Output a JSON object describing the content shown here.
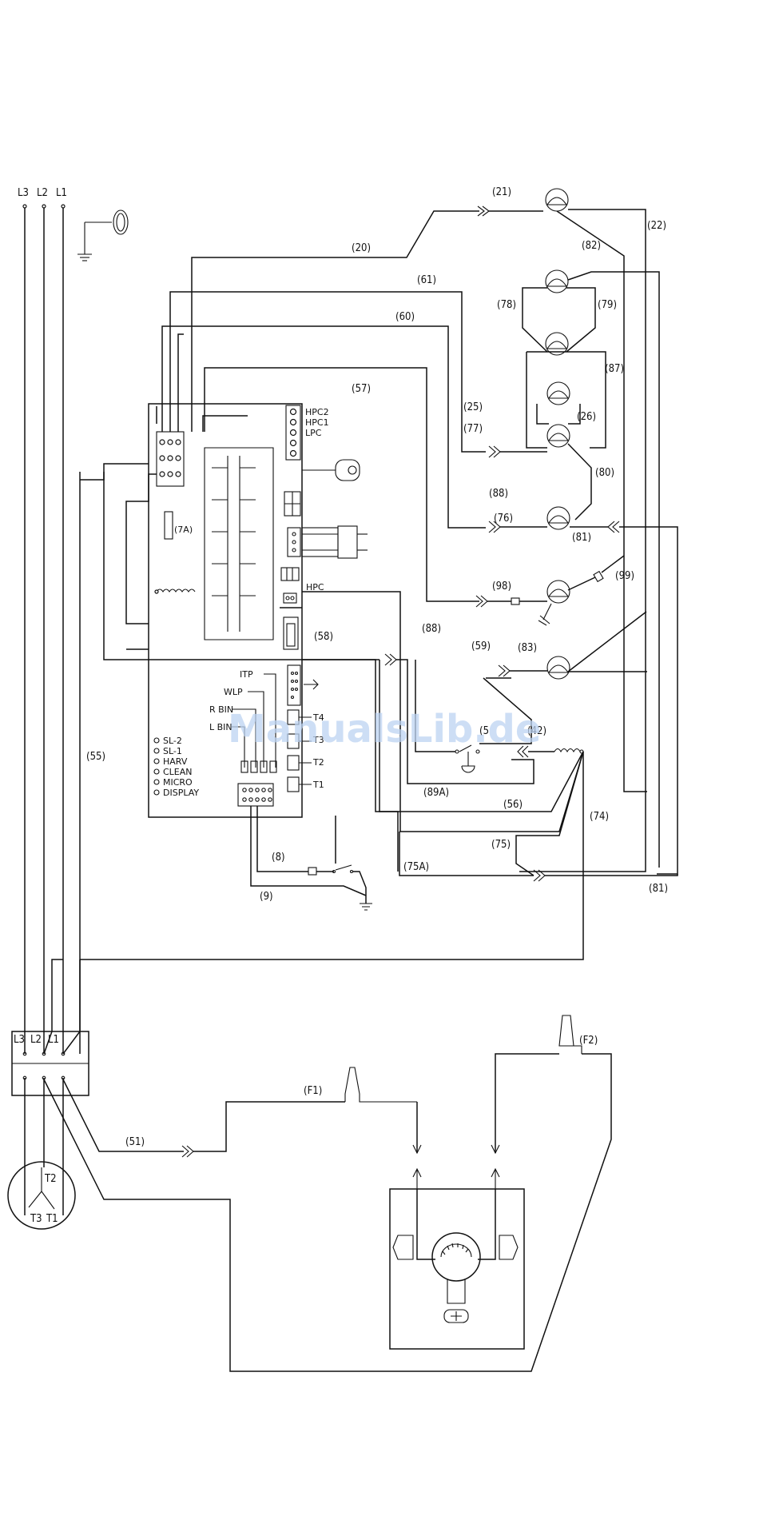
{
  "power": {
    "L3": "L3",
    "L2": "L2",
    "L1": "L1"
  },
  "contactor": {
    "L3": "L3",
    "L2": "L2",
    "L1": "L1"
  },
  "motor": {
    "T1": "T1",
    "T2": "T2",
    "T3": "T3"
  },
  "wires": {
    "w20": "(20)",
    "w21": "(21)",
    "w22": "(22)",
    "w82": "(82)",
    "w61": "(61)",
    "w78": "(78)",
    "w79": "(79)",
    "w60": "(60)",
    "w87": "(87)",
    "w57": "(57)",
    "w26": "(26)",
    "w25": "(25)",
    "w77": "(77)",
    "w80": "(80)",
    "w88a": "(88)",
    "w76": "(76)",
    "w81a": "(81)",
    "w98": "(98)",
    "w99": "(99)",
    "w88b": "(88)",
    "w58": "(58)",
    "w59": "(59)",
    "w83": "(83)",
    "w7a": "(7A)",
    "w42": "(42)",
    "w5x": "(5",
    "w55": "(55)",
    "w89a": "(89A)",
    "w56": "(56)",
    "w74": "(74)",
    "w75": "(75)",
    "w75a": "(75A)",
    "w81b": "(81)",
    "w8": "(8)",
    "w9": "(9)",
    "w51": "(51)",
    "wf1": "(F1)",
    "wf2": "(F2)"
  },
  "board": {
    "hpc2": "HPC2",
    "hpc1": "HPC1",
    "lpc": "LPC",
    "hpc": "HPC",
    "itp": "ITP",
    "wlp": "WLP",
    "rbin": "R BIN",
    "lbin": "L BIN",
    "t4": "T4",
    "t3": "T3",
    "t2": "T2",
    "t1": "T1"
  },
  "leds": [
    "SL-2",
    "SL-1",
    "HARV",
    "CLEAN",
    "MICRO",
    "DISPLAY"
  ],
  "watermark": "ManualsLib.de"
}
